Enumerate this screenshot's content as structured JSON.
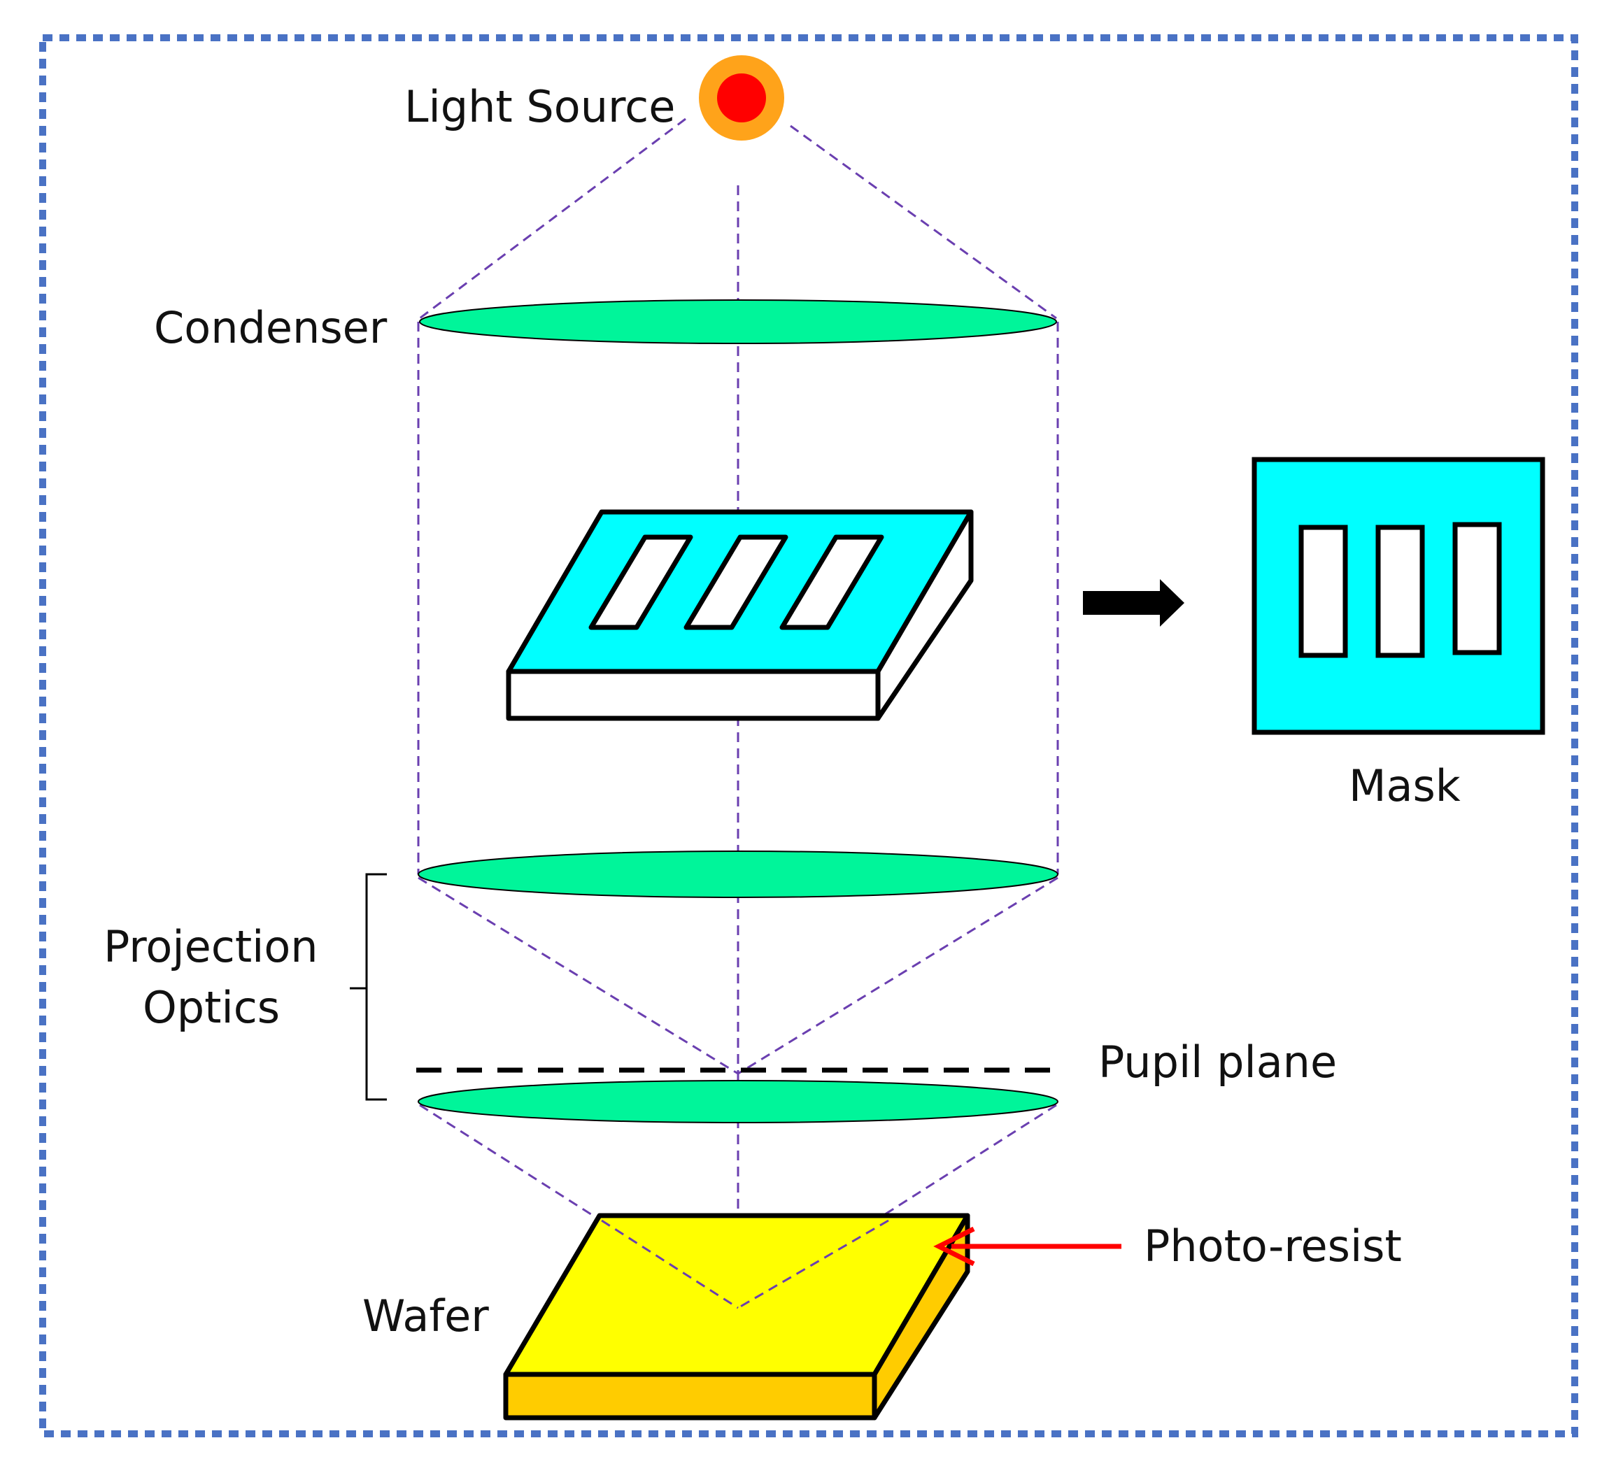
{
  "labels": {
    "light_source": "Light Source",
    "condenser": "Condenser",
    "mask": "Mask",
    "projection_line1": "Projection",
    "projection_line2": "Optics",
    "pupil_plane": "Pupil plane",
    "photo_resist": "Photo-resist",
    "wafer": "Wafer"
  },
  "colors": {
    "frame_border": "#4a72c4",
    "light_outer": "#ffa31a",
    "light_inner": "#ff0000",
    "lens_fill": "#00f59a",
    "mask_fill": "#00ffff",
    "wafer_top": "#ffff00",
    "wafer_side": "#ffcc00",
    "beam_dash": "#6a3fb0",
    "pointer_red": "#ff0000",
    "outline": "#000000"
  },
  "icons": {
    "light_source": "light-source-icon",
    "mask_arrow": "arrow-right-icon",
    "photo_resist_pointer": "arrow-left-icon"
  }
}
